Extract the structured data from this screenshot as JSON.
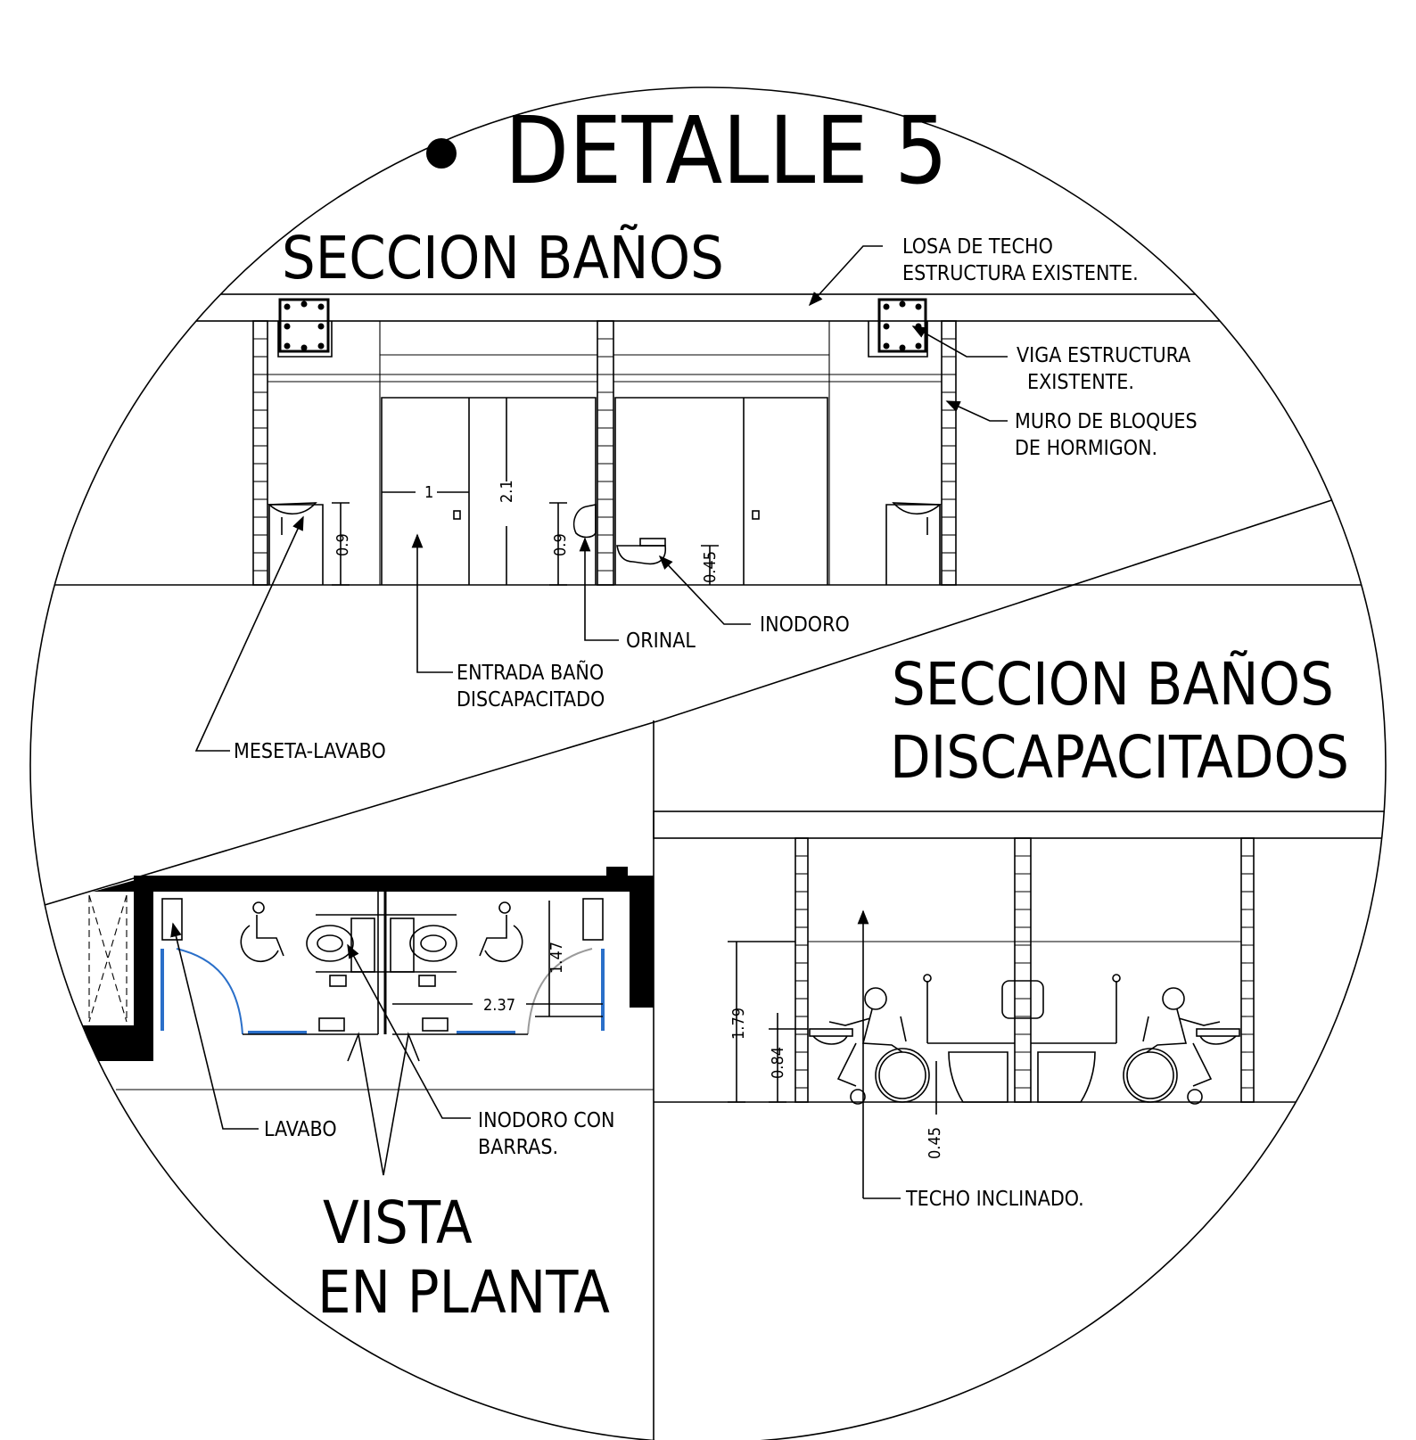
{
  "title": "DETALLE 5",
  "sections": {
    "top": {
      "title": "SECCION BAÑOS"
    },
    "right": {
      "title_line1": "SECCION BAÑOS",
      "title_line2": "DISCAPACITADOS"
    },
    "plan": {
      "title_line1": "VISTA",
      "title_line2": "EN PLANTA"
    }
  },
  "labels": {
    "losa_line1": "LOSA DE TECHO",
    "losa_line2": "ESTRUCTURA EXISTENTE.",
    "viga_line1": "VIGA ESTRUCTURA",
    "viga_line2": "EXISTENTE.",
    "muro_line1": "MURO DE BLOQUES",
    "muro_line2": "DE HORMIGON.",
    "inodoro": "INODORO",
    "orinal": "ORINAL",
    "entrada_line1": "ENTRADA BAÑO",
    "entrada_line2": "DISCAPACITADO",
    "meseta": "MESETA-LAVABO",
    "lavabo": "LAVABO",
    "inodoro_barras_line1": "INODORO CON",
    "inodoro_barras_line2": "BARRAS.",
    "techo_inclinado": "TECHO INCLINADO."
  },
  "dimensions": {
    "door_width": "1",
    "door_height": "2.1",
    "meseta_height": "0.9",
    "orinal_height": "0.9",
    "inodoro_height": "0.45",
    "plan_depth": "1.47",
    "plan_width": "2.37",
    "rs_height_1": "1.79",
    "rs_height_2": "0.84",
    "rs_height_3": "0.45"
  }
}
